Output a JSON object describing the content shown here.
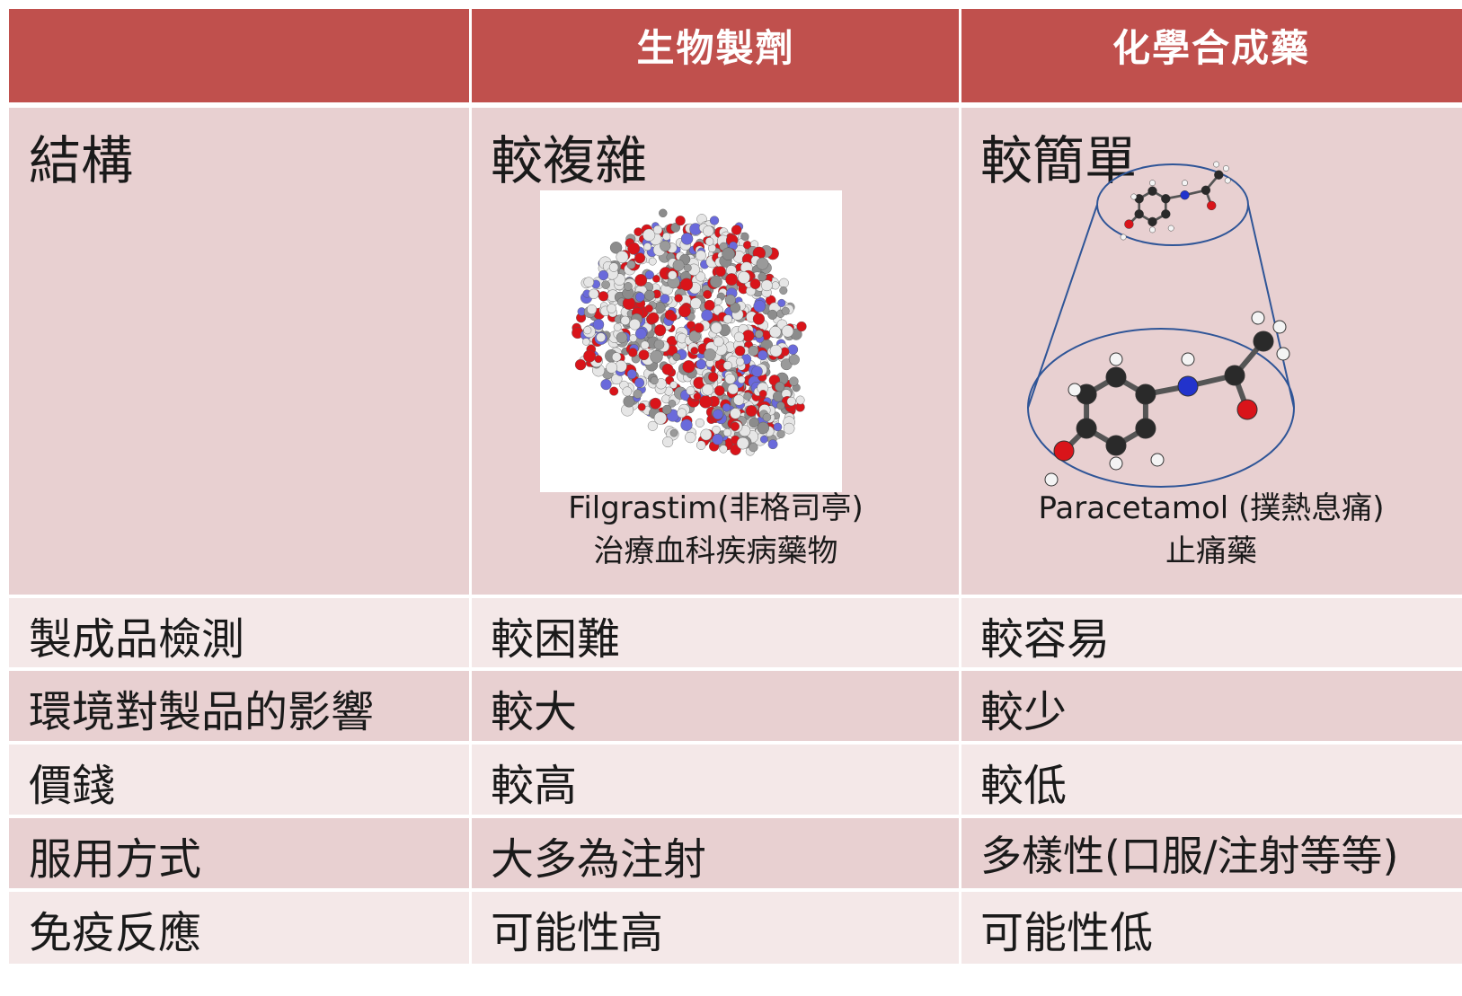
{
  "header": {
    "col0": "",
    "col1": "生物製劑",
    "col2": "化學合成藥"
  },
  "rows": [
    {
      "label": "結構",
      "bio": "較複雜",
      "chem": "較簡單",
      "bio_caption": [
        "Filgrastim(非格司亭)",
        "治療血科疾病藥物"
      ],
      "chem_caption": [
        "Paracetamol (撲熱息痛)",
        "止痛藥"
      ]
    },
    {
      "label": "製成品檢測",
      "bio": "較困難",
      "chem": "較容易"
    },
    {
      "label": "環境對製品的影響",
      "bio": "較大",
      "chem": "較少"
    },
    {
      "label": "價錢",
      "bio": "較高",
      "chem": "較低"
    },
    {
      "label": "服用方式",
      "bio": "大多為注射",
      "chem": "多樣性(口服/注射等等)"
    },
    {
      "label": "免疫反應",
      "bio": "可能性高",
      "chem": "可能性低"
    }
  ],
  "colors": {
    "header": "#c0504d",
    "row_dark": "#e8d0d1",
    "row_light": "#f4e8e8",
    "oxygen": "#d9141a",
    "carbon": "#2a2a2a",
    "nitrogen": "#2233cc",
    "hydrogen": "#e6e6e6"
  }
}
